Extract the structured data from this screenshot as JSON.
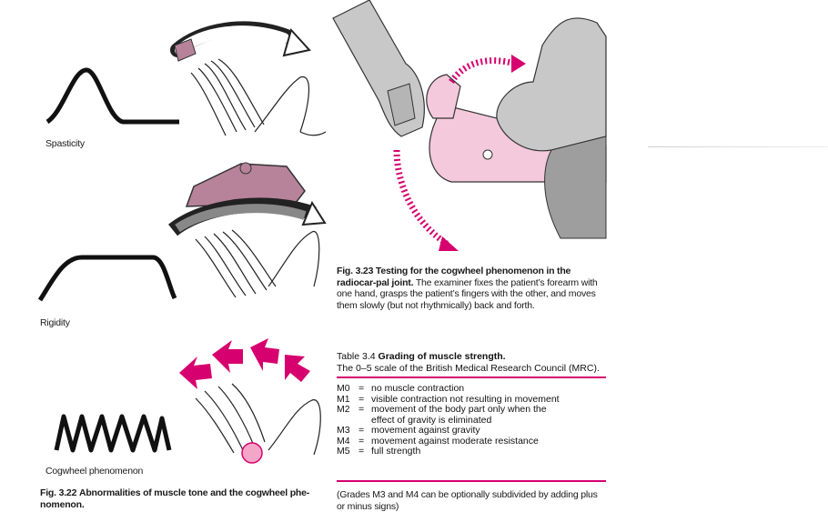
{
  "fig322": {
    "labels": {
      "spasticity": "Spasticity",
      "rigidity": "Rigidity",
      "cogwheel": "Cogwheel phenomenon"
    },
    "caption_num": "Fig. 3.22",
    "caption_text": "Abnormalities of muscle tone and the cogwheel phe-nomenon."
  },
  "fig323": {
    "caption_bold": "Fig. 3.23 Testing for the cogwheel phenomenon in the radiocar-pal joint.",
    "caption_text": "The examiner fixes the patient’s forearm with one hand, grasps the patient’s fingers with the other, and moves them slowly (but not rhythmically) back and forth."
  },
  "table34": {
    "title_num": "Table 3.4",
    "title_bold": "Grading of muscle strength.",
    "subtitle": "The 0–5 scale of the British Medical Research Council (MRC).",
    "rows": [
      {
        "code": "M0",
        "eq": "=",
        "text": "no muscle contraction"
      },
      {
        "code": "M1",
        "eq": "=",
        "text": "visible contraction not resulting in movement"
      },
      {
        "code": "M2",
        "eq": "=",
        "text": "movement of the body part only when the effect of gravity is eliminated"
      },
      {
        "code": "M3",
        "eq": "=",
        "text": "movement against gravity"
      },
      {
        "code": "M4",
        "eq": "=",
        "text": "movement against moderate resistance"
      },
      {
        "code": "M5",
        "eq": "=",
        "text": "full strength"
      }
    ],
    "footnote": "(Grades M3 and M4 can be optionally subdivided by adding plus or minus signs)"
  },
  "colors": {
    "accent": "#d6006e",
    "pink_fill": "#f4c9dc",
    "mauve": "#b7839a"
  }
}
